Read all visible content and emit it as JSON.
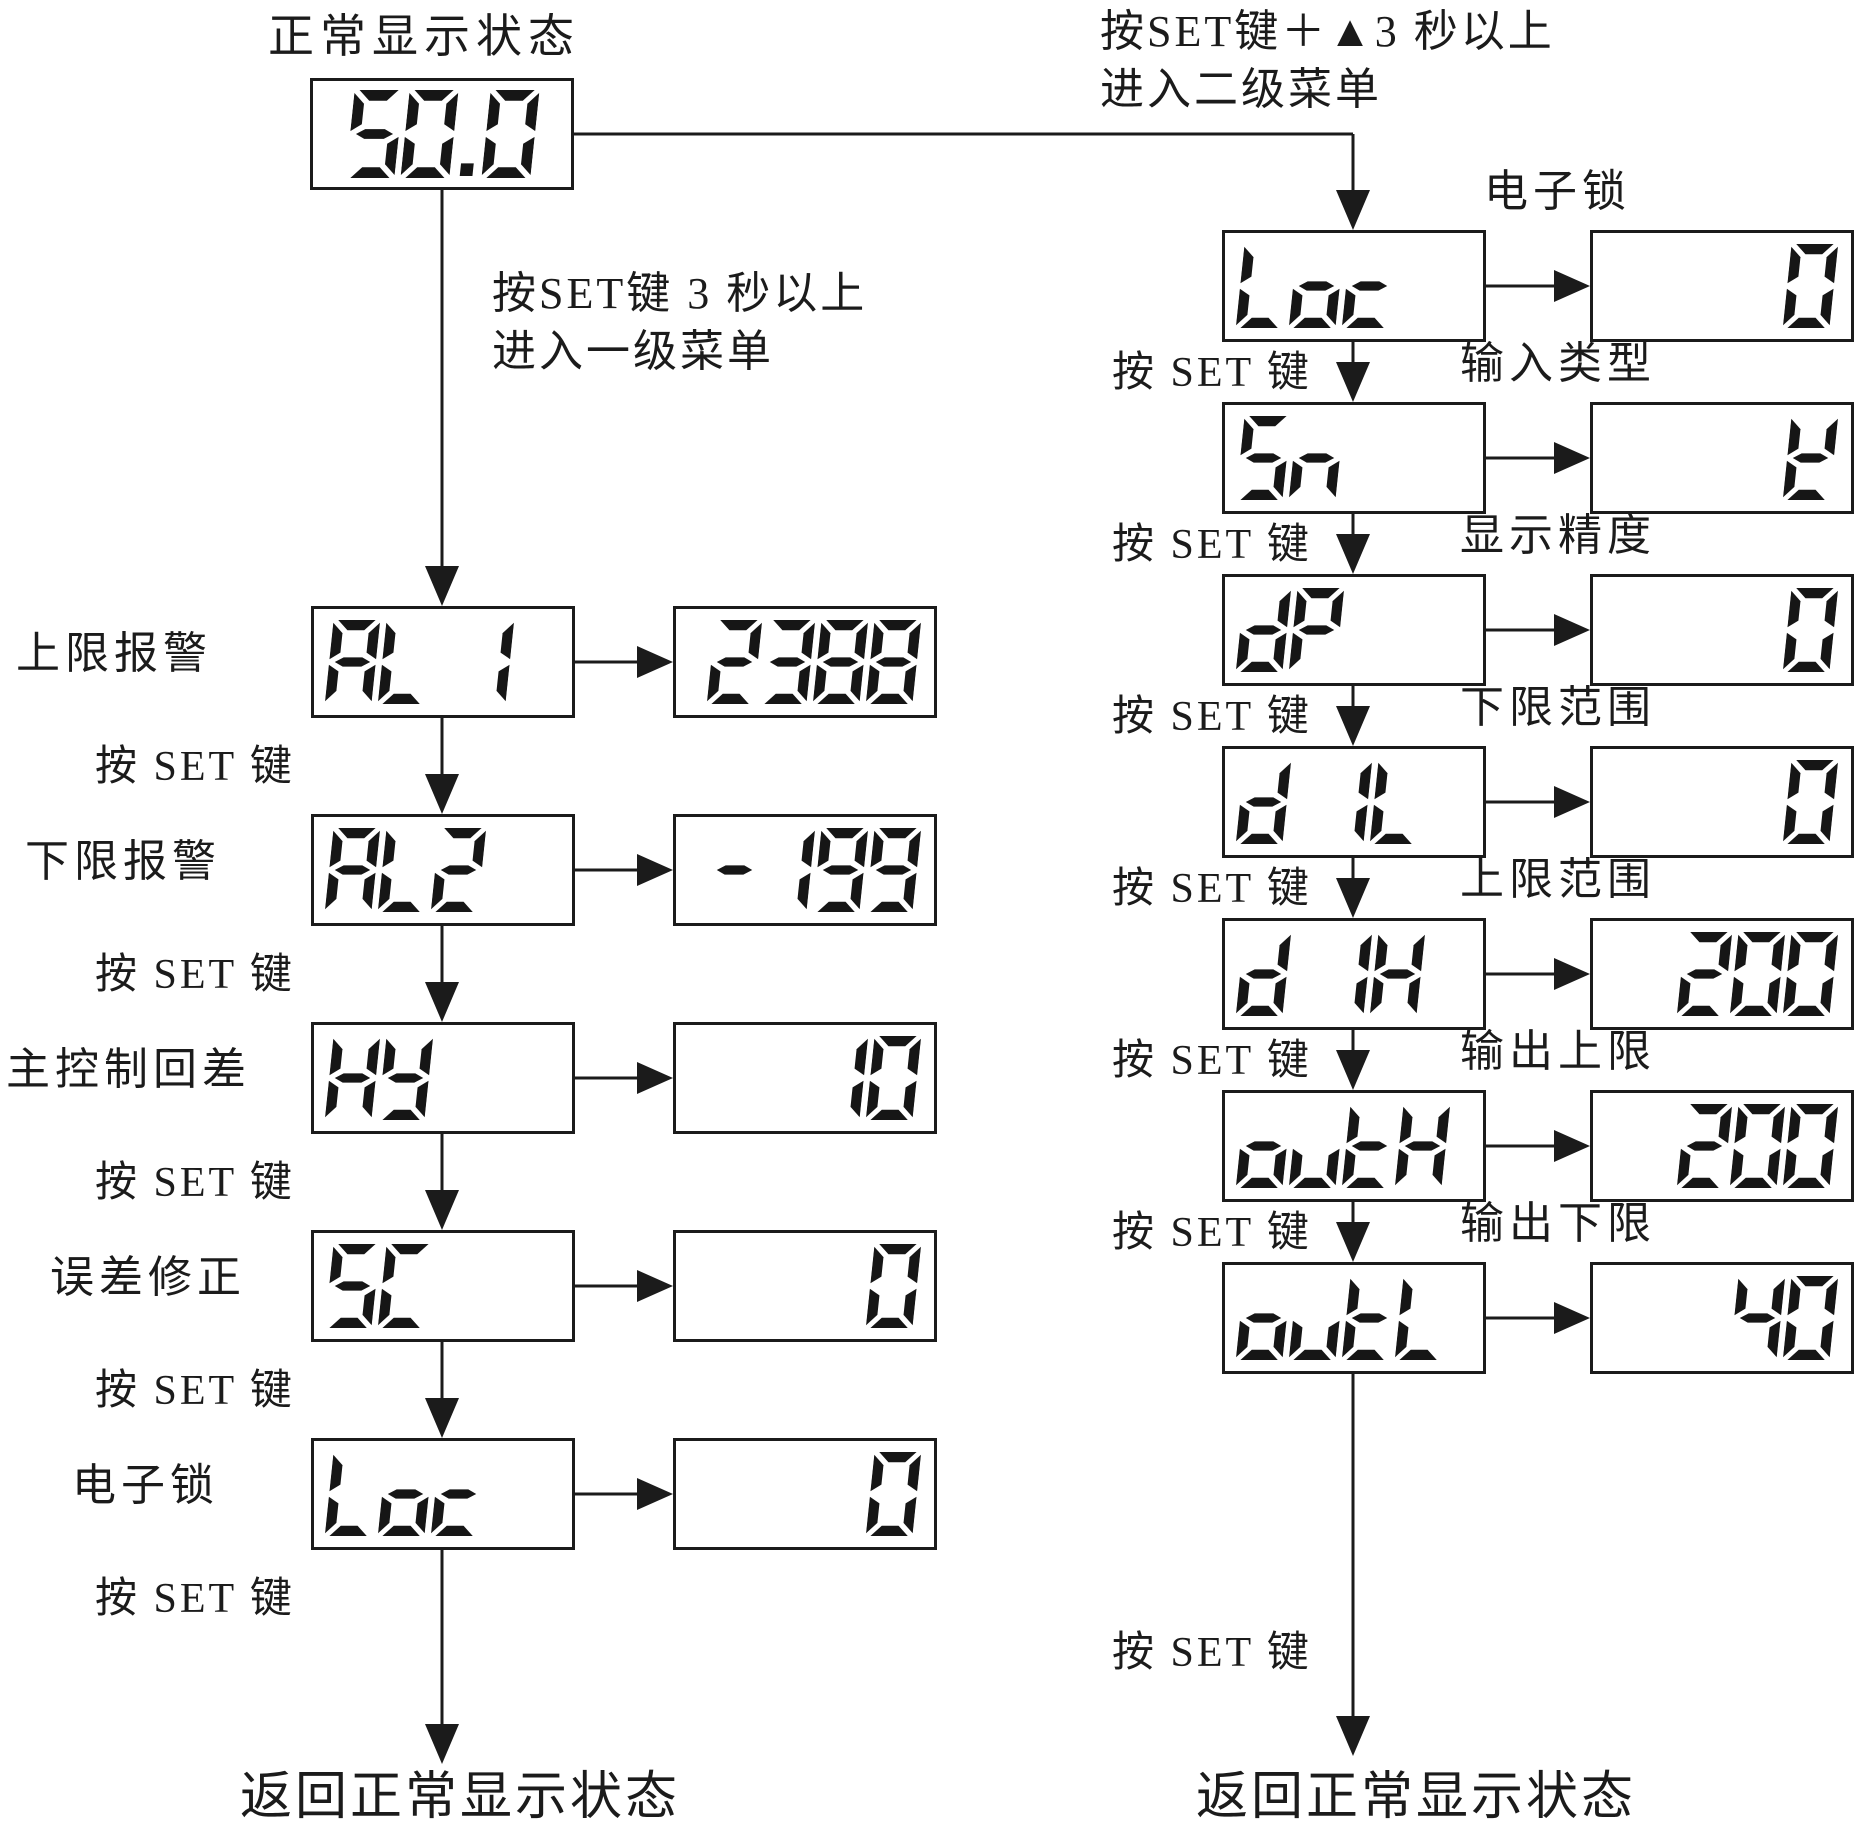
{
  "titles": {
    "normal_state": "正常显示状态",
    "return_left": "返回正常显示状态",
    "return_right": "返回正常显示状态"
  },
  "instructions": {
    "enter_level1_line1": "按SET键 3 秒以上",
    "enter_level1_line2": "进入一级菜单",
    "enter_level2_line1": "按SET键＋▲3 秒以上",
    "enter_level2_line2": "进入二级菜单"
  },
  "press_set_label": "按 SET 键",
  "display": {
    "normal_value": "50.0"
  },
  "menu_level1": {
    "rows": [
      {
        "param": "AL 1",
        "value": "2388",
        "name": "上限报警"
      },
      {
        "param": "AL2",
        "value": "-199",
        "name": "下限报警"
      },
      {
        "param": "HY",
        "value": "10",
        "name": "主控制回差"
      },
      {
        "param": "SC",
        "value": "0",
        "name": "误差修正"
      },
      {
        "param": "Loc",
        "value": "0",
        "name": "电子锁"
      }
    ]
  },
  "menu_level2": {
    "rows": [
      {
        "param": "Loc",
        "value": "0",
        "name": "电子锁"
      },
      {
        "param": "Sn",
        "value": "ч",
        "name": "输入类型"
      },
      {
        "param": "dP",
        "value": "0",
        "name": "显示精度"
      },
      {
        "param": "d IL",
        "value": "0",
        "name": "下限范围"
      },
      {
        "param": "d IH",
        "value": "200",
        "name": "上限范围"
      },
      {
        "param": "outH",
        "value": "200",
        "name": "输出上限"
      },
      {
        "param": "outL",
        "value": "40",
        "name": "输出下限"
      }
    ]
  },
  "colors": {
    "background": "#ffffff",
    "line": "#1b1b1b",
    "segment": "#161616"
  }
}
